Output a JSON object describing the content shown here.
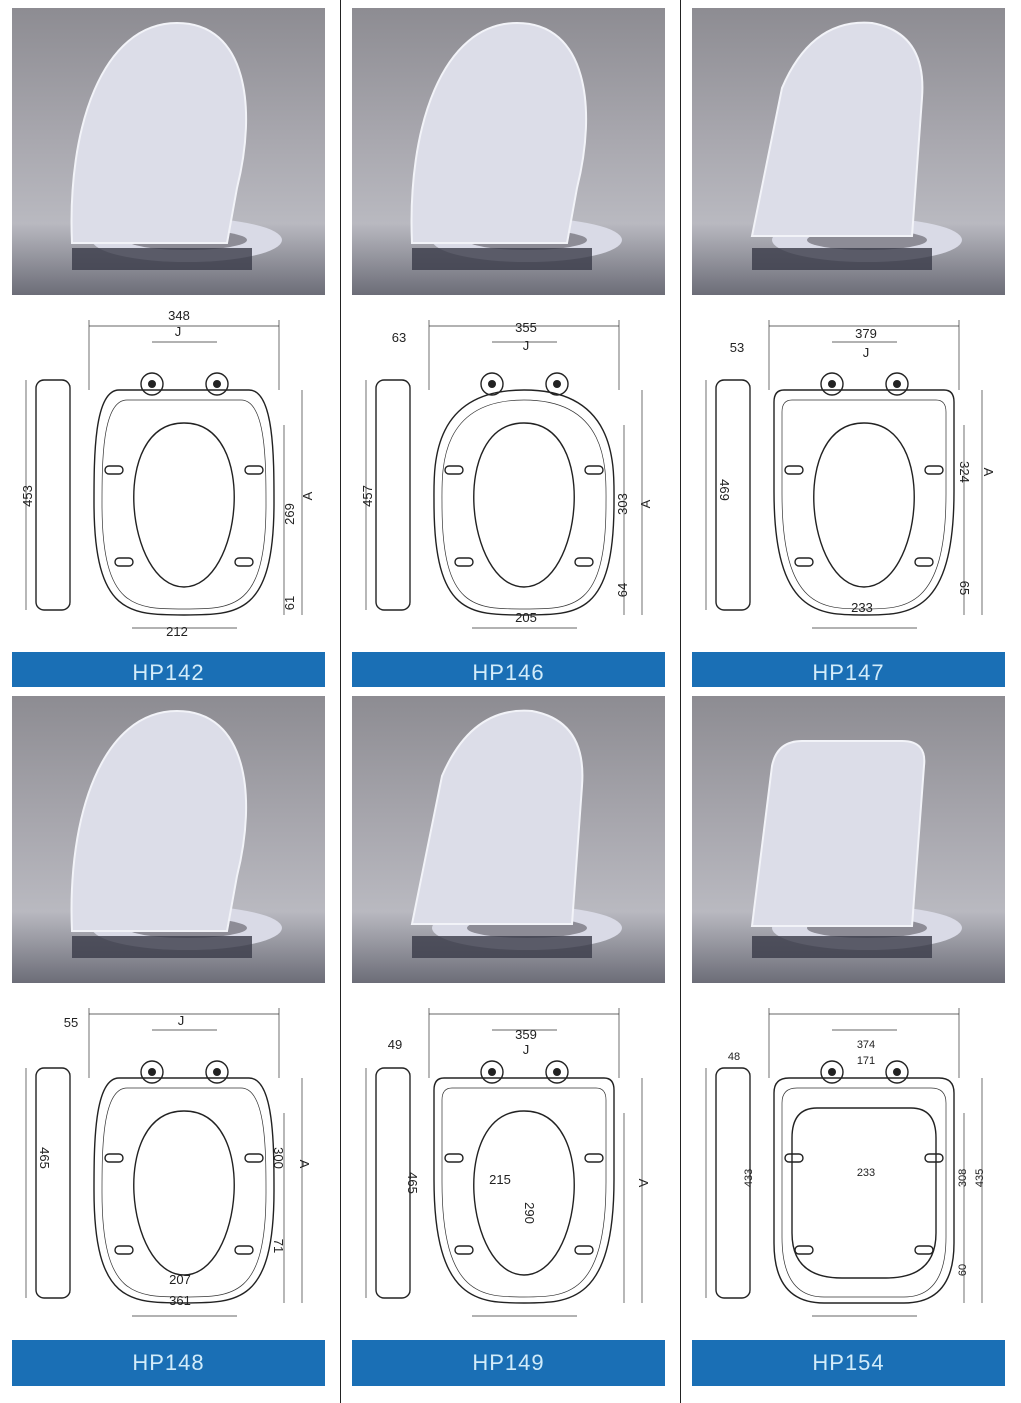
{
  "colors": {
    "label_bar": "#1a6fb5",
    "label_text": "#d2ecfa",
    "photo_bg": "#a8a7ae",
    "seat": "#dcdde8"
  },
  "products": [
    {
      "model": "HP142",
      "shape": "round",
      "dims": {
        "width": "348",
        "hinge": "J",
        "side_height": "453",
        "overall": "A",
        "opening_length": "269",
        "front_rim": "61",
        "opening_width": "212"
      }
    },
    {
      "model": "HP146",
      "shape": "oval",
      "dims": {
        "side_depth": "63",
        "width": "355",
        "hinge": "J",
        "side_height": "457",
        "opening_length": "303",
        "overall": "A",
        "front_rim": "64",
        "opening_width": "205"
      }
    },
    {
      "model": "HP147",
      "shape": "d",
      "dims": {
        "side_depth": "53",
        "width": "379",
        "hinge": "J",
        "side_height": "469",
        "overall": "A",
        "opening_length": "324",
        "front_rim": "65",
        "opening_width": "233"
      }
    },
    {
      "model": "HP148",
      "shape": "round",
      "dims": {
        "side_depth": "55",
        "hinge": "J",
        "side_height": "465",
        "opening_length": "300",
        "overall": "A",
        "front_rim": "71",
        "opening_width": "207",
        "width": "361"
      }
    },
    {
      "model": "HP149",
      "shape": "d",
      "dims": {
        "side_depth": "49",
        "width": "359",
        "hinge": "J",
        "side_height": "465",
        "opening_width": "215",
        "opening_length": "290",
        "overall": "A"
      }
    },
    {
      "model": "HP154",
      "shape": "square",
      "dims": {
        "side_depth": "48",
        "width": "374",
        "hinge": "171",
        "side_height": "433",
        "opening_width": "233",
        "opening_length": "308",
        "overall": "435",
        "front_rim": "60"
      }
    }
  ]
}
